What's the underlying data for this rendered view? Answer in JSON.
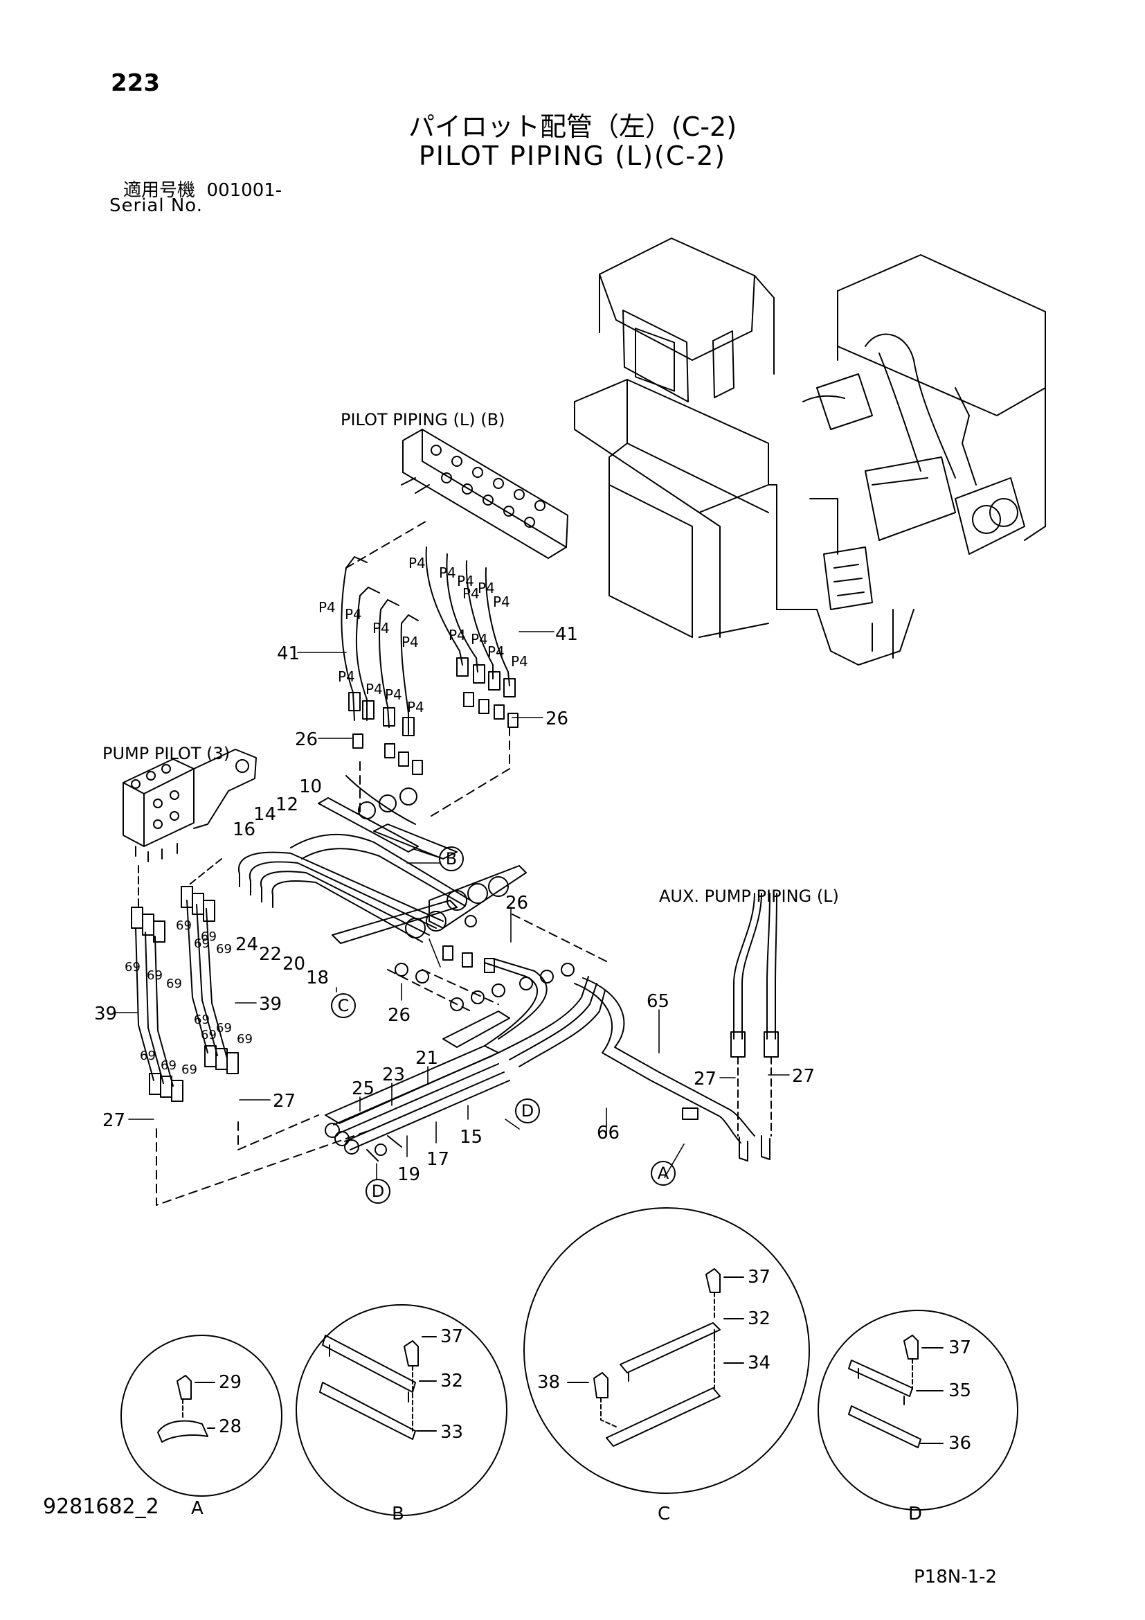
{
  "header": {
    "page_number": "223",
    "title_ja": "パイロット配管（左）(C-2)",
    "title_en": "PILOT PIPING (L)(C-2)",
    "serial_label_ja": "適用号機",
    "serial_value": "001001-",
    "serial_label_en": "Serial No."
  },
  "callouts": {
    "pilot_piping_b": "PILOT PIPING (L) (B)",
    "pump_pilot": "PUMP PILOT (3)",
    "aux_pump_piping": "AUX. PUMP PIPING (L)"
  },
  "port_label": "P4",
  "ref_labels": {
    "b": "B",
    "c": "C",
    "d": "D",
    "a": "A"
  },
  "part_numbers": {
    "p41a": "41",
    "p41b": "41",
    "p26a": "26",
    "p26b": "26",
    "p26c": "26",
    "p26d": "26",
    "p10": "10",
    "p12": "12",
    "p14": "14",
    "p16": "16",
    "p24": "24",
    "p22": "22",
    "p20": "20",
    "p18": "18",
    "p39a": "39",
    "p39b": "39",
    "p69": "69",
    "p27a": "27",
    "p27b": "27",
    "p27c": "27",
    "p27d": "27",
    "p25": "25",
    "p23": "23",
    "p21": "21",
    "p19": "19",
    "p17": "17",
    "p15": "15",
    "p65": "65",
    "p66": "66"
  },
  "details": {
    "a": {
      "label": "A",
      "parts": [
        "29",
        "28"
      ]
    },
    "b": {
      "label": "B",
      "parts": [
        "37",
        "32",
        "33"
      ]
    },
    "c": {
      "label": "C",
      "parts": [
        "37",
        "32",
        "34",
        "38"
      ]
    },
    "d": {
      "label": "D",
      "parts": [
        "37",
        "35",
        "36"
      ]
    }
  },
  "footer": {
    "doc_code": "9281682_2",
    "page_code": "P18N-1-2"
  }
}
